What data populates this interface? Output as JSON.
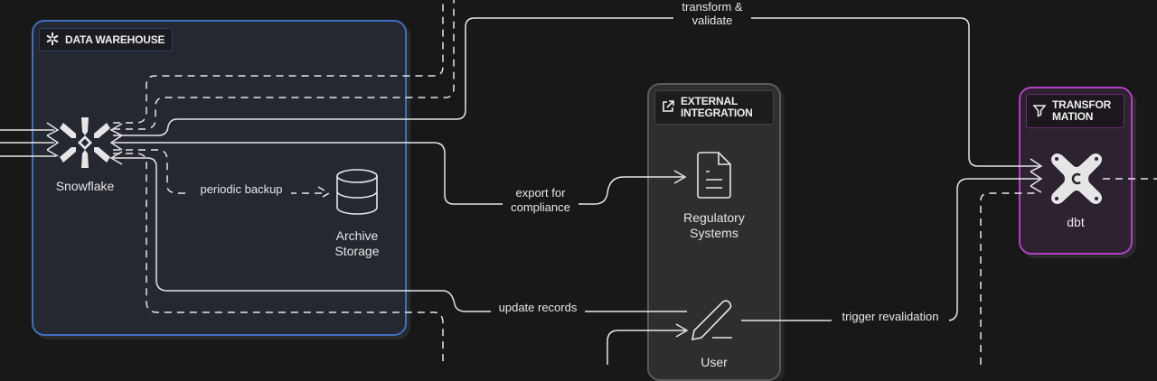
{
  "diagram": {
    "groups": [
      {
        "id": "data-warehouse",
        "title": "DATA WAREHOUSE",
        "icon": "snowflake-icon",
        "border_color": "#3f6fbf"
      },
      {
        "id": "external-integration",
        "title": "EXTERNAL INTEGRATION",
        "icon": "external-link-icon",
        "border_color": "#5a5a5a"
      },
      {
        "id": "transformation",
        "title": "TRANSFOR MATION",
        "icon": "filter-icon",
        "border_color": "#b23fc6"
      }
    ],
    "nodes": {
      "snowflake": {
        "label": "Snowflake",
        "icon": "snowflake-icon"
      },
      "archive": {
        "label_line1": "Archive",
        "label_line2": "Storage",
        "icon": "database-icon"
      },
      "regulatory": {
        "label_line1": "Regulatory",
        "label_line2": "Systems",
        "icon": "document-icon"
      },
      "user": {
        "label": "User",
        "icon": "pencil-icon"
      },
      "dbt": {
        "label": "dbt",
        "icon": "dbt-icon"
      }
    },
    "edges": {
      "transform_validate_line1": "transform &",
      "transform_validate_line2": "validate",
      "periodic_backup": "periodic backup",
      "export_line1": "export for",
      "export_line2": "compliance",
      "update_records": "update records",
      "trigger_revalidation": "trigger revalidation"
    }
  }
}
